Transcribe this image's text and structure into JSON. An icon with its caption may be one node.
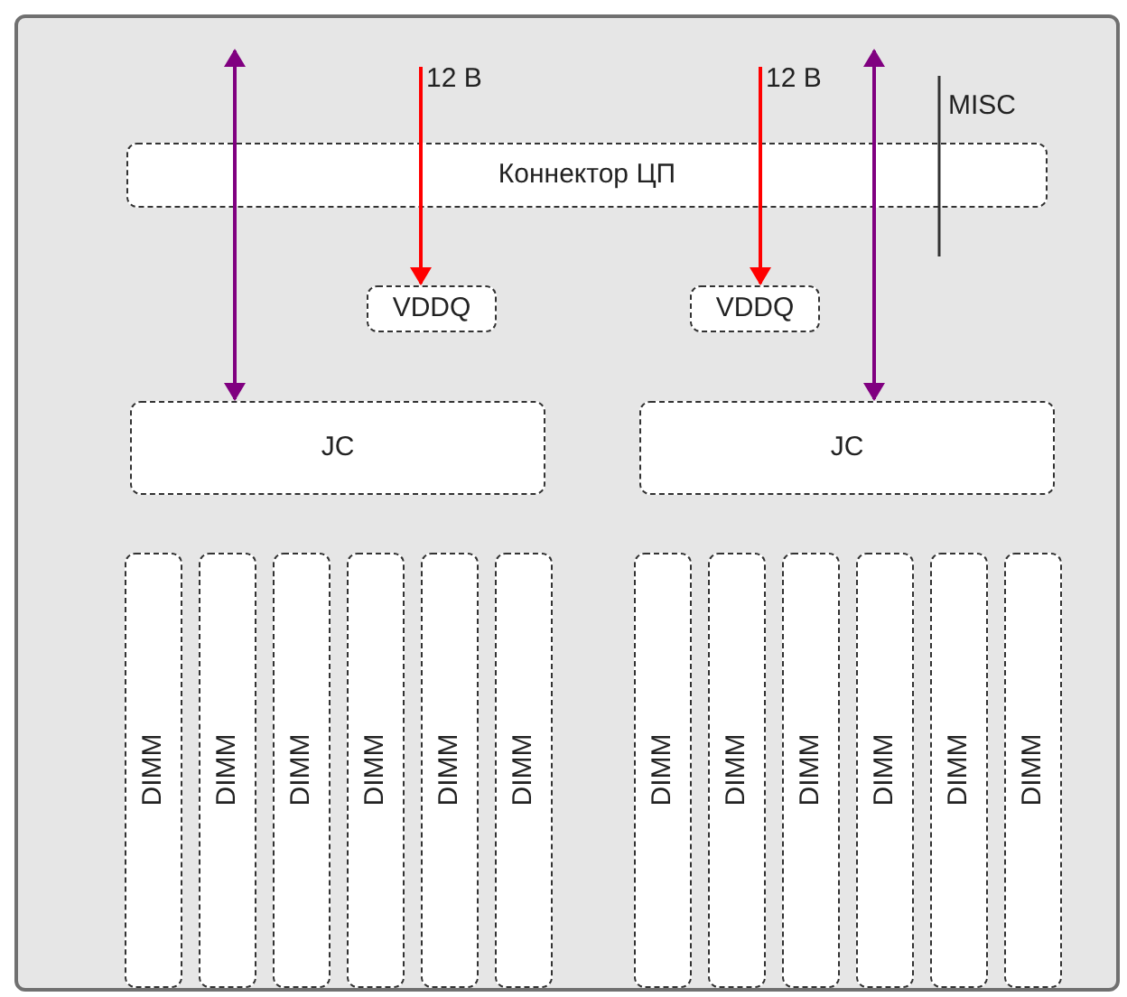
{
  "diagram": {
    "nodes": [
      {
        "text": [],
        "shape": "box"
      },
      {
        "text": [
          "Коннектор ЦП"
        ],
        "in": 0
      },
      {
        "text": [
          "VDDQ"
        ],
        "in": 0
      },
      {
        "text": [
          "VDDQ"
        ],
        "in": 0
      },
      {
        "text": [
          "JC"
        ],
        "in": 0
      },
      {
        "text": [
          "JC"
        ],
        "in": 0
      },
      {
        "text": [
          "DIMM"
        ],
        "in": 0
      },
      {
        "text": [
          "DIMM"
        ],
        "in": 0
      },
      {
        "text": [
          "DIMM"
        ],
        "in": 0
      },
      {
        "text": [
          "DIMM"
        ],
        "in": 0
      },
      {
        "text": [
          "DIMM"
        ],
        "in": 0
      },
      {
        "text": [
          "DIMM"
        ],
        "in": 0
      },
      {
        "text": [
          "DIMM"
        ],
        "in": 0
      },
      {
        "text": [
          "DIMM"
        ],
        "in": 0
      },
      {
        "text": [
          "DIMM"
        ],
        "in": 0
      },
      {
        "text": [
          "DIMM"
        ],
        "in": 0
      },
      {
        "text": [
          "DIMM"
        ],
        "in": 0
      },
      {
        "text": [
          "DIMM"
        ],
        "in": 0
      }
    ],
    "edges": [
      {
        "from": null,
        "to": 4,
        "arrow": "both",
        "color": "#800080"
      },
      {
        "from": null,
        "to": 2,
        "arrow": "to",
        "label": "12 В",
        "color": "#ff0000"
      },
      {
        "from": null,
        "to": 3,
        "arrow": "to",
        "label": "12 В",
        "color": "#ff0000"
      },
      {
        "from": null,
        "to": 5,
        "arrow": "both",
        "color": "#800080"
      }
    ],
    "labels": [
      "MISC"
    ]
  }
}
